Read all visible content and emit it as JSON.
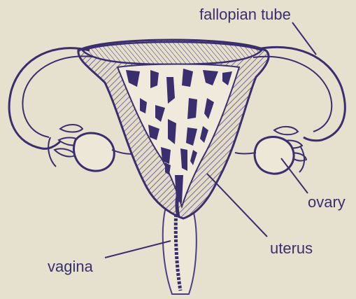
{
  "colors": {
    "paper": "#e9e4d3",
    "ink": "#3a2e6e",
    "outline": "#4a3f86"
  },
  "labels": {
    "fallopian_tube": "fallopian tube",
    "ovary": "ovary",
    "uterus": "uterus",
    "vagina": "vagina"
  }
}
